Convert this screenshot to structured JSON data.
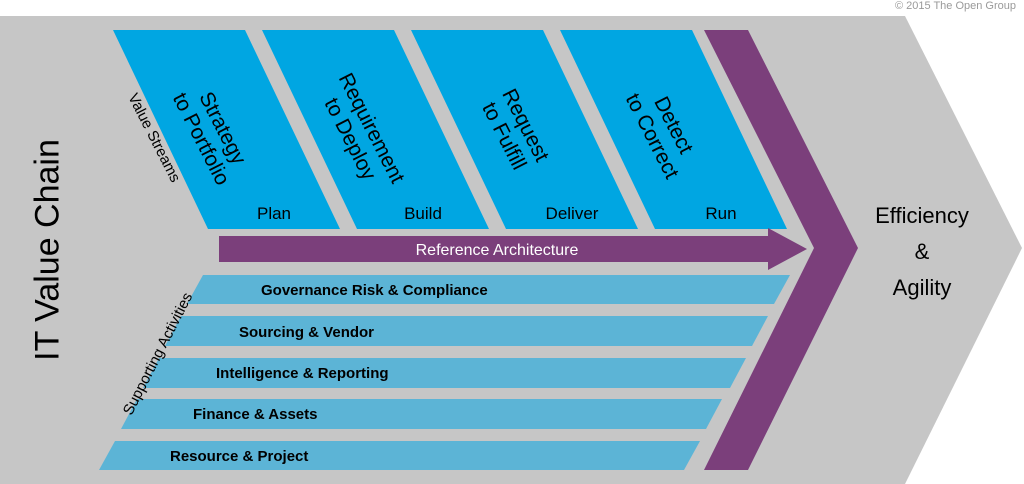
{
  "copyright": "© 2015 The Open Group",
  "title": "IT Value Chain",
  "value_streams_label": "Value Streams",
  "supporting_activities_label": "Supporting Activities",
  "value_streams": [
    {
      "name_line1": "Strategy",
      "name_line2": "to Portfolio",
      "phase": "Plan"
    },
    {
      "name_line1": "Requirement",
      "name_line2": "to Deploy",
      "phase": "Build"
    },
    {
      "name_line1": "Request",
      "name_line2": "to Fulfill",
      "phase": "Deliver"
    },
    {
      "name_line1": "Detect",
      "name_line2": "to Correct",
      "phase": "Run"
    }
  ],
  "reference_architecture": "Reference Architecture",
  "supporting_activities": [
    "Governance Risk & Compliance",
    "Sourcing & Vendor",
    "Intelligence & Reporting",
    "Finance & Assets",
    "Resource & Project"
  ],
  "outcome": {
    "line1": "Efficiency",
    "line2": "&",
    "line3": "Agility"
  },
  "colors": {
    "background_arrow": "#c6c6c6",
    "value_stream_fill": "#00a6e2",
    "supporting_fill": "#5cb4d6",
    "purple": "#7b3f7b"
  }
}
